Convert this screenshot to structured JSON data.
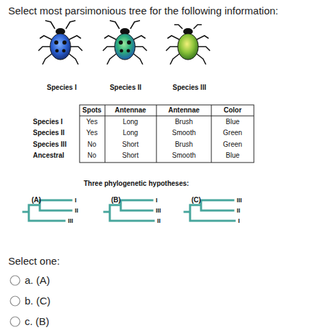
{
  "diagram": {
    "title": "Select most parsimonious tree for the following information:",
    "labels": [
      "Species I",
      "Species II",
      "Species III",
      "Spots",
      "Antennae",
      "Antennae",
      "Color",
      "Species I",
      "Yes",
      "Long",
      "Brush",
      "Blue",
      "Species II",
      "Yes",
      "Long",
      "Smooth",
      "Green",
      "Species III",
      "No",
      "Short",
      "Brush",
      "Green",
      "Ancestral",
      "No",
      "Short",
      "Smooth",
      "Blue",
      "Three phylogenetic hypotheses:",
      "(A)",
      "I",
      "II",
      "III",
      "(B)",
      "I",
      "III",
      "II",
      "(C)",
      "III",
      "II",
      "I",
      "Select one:",
      "a. (A)",
      "b. (C)",
      "c. (B)"
    ]
  }
}
